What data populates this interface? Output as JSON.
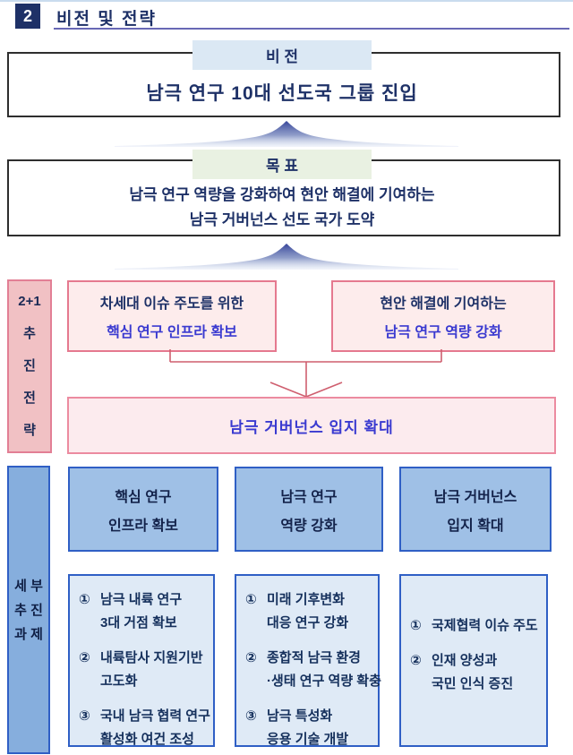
{
  "page": {
    "badge": "2",
    "title": "비전 및 전략"
  },
  "vision": {
    "label": "비 전",
    "text": "남극 연구 10대 선도국 그룹 진입"
  },
  "goal": {
    "label": "목 표",
    "lines": [
      "남극 연구 역량을 강화하여 현안 해결에 기여하는",
      "남극 거버넌스 선도 국가 도약"
    ]
  },
  "strategy": {
    "sidebar_lines": [
      "2+1",
      "추",
      "진",
      "전",
      "략"
    ],
    "boxes": [
      {
        "line1": "차세대 이슈 주도를 위한",
        "line2": "핵심 연구 인프라 확보"
      },
      {
        "line1": "현안 해결에 기여하는",
        "line2": "남극 연구 역량 강화"
      }
    ],
    "result": "남극 거버넌스 입지 확대"
  },
  "tasks": {
    "sidebar_lines": [
      "세 부",
      "추 진",
      "과 제"
    ],
    "columns": [
      {
        "header_lines": [
          "핵심 연구",
          "인프라 확보"
        ],
        "items": [
          {
            "num": "①",
            "lines": [
              "남극 내륙 연구",
              "3대 거점 확보"
            ]
          },
          {
            "num": "②",
            "lines": [
              "내륙탐사 지원기반",
              "고도화"
            ]
          },
          {
            "num": "③",
            "lines": [
              "국내 남극 협력 연구",
              "활성화 여건 조성"
            ]
          }
        ]
      },
      {
        "header_lines": [
          "남극 연구",
          "역량 강화"
        ],
        "items": [
          {
            "num": "①",
            "lines": [
              "미래 기후변화",
              "대응 연구 강화"
            ]
          },
          {
            "num": "②",
            "lines": [
              "종합적 남극 환경",
              "·생태 연구 역량 확충"
            ]
          },
          {
            "num": "③",
            "lines": [
              "남극 특성화",
              "응용 기술 개발"
            ]
          }
        ]
      },
      {
        "header_lines": [
          "남극 거버넌스",
          "입지 확대"
        ],
        "items": [
          {
            "num": "①",
            "lines": [
              "국제협력 이슈 주도"
            ]
          },
          {
            "num": "②",
            "lines": [
              "인재 양성과",
              "국민 인식 증진"
            ]
          }
        ]
      }
    ]
  },
  "colors": {
    "navy": "#1e3167",
    "blue_text": "#3a3ad0",
    "pink_border": "#e5798f",
    "pink_fill": "#fdecec",
    "pink_sidebar": "#f1c1c4",
    "blue_border": "#2f5fc5",
    "blue_sidebar": "#86aedd",
    "blue_header": "#9fc0e6",
    "blue_detail": "#dfeaf6",
    "vision_label_bg": "#dbe8f4",
    "goal_label_bg": "#e9f1e2",
    "connector": "#cf5f6f"
  }
}
